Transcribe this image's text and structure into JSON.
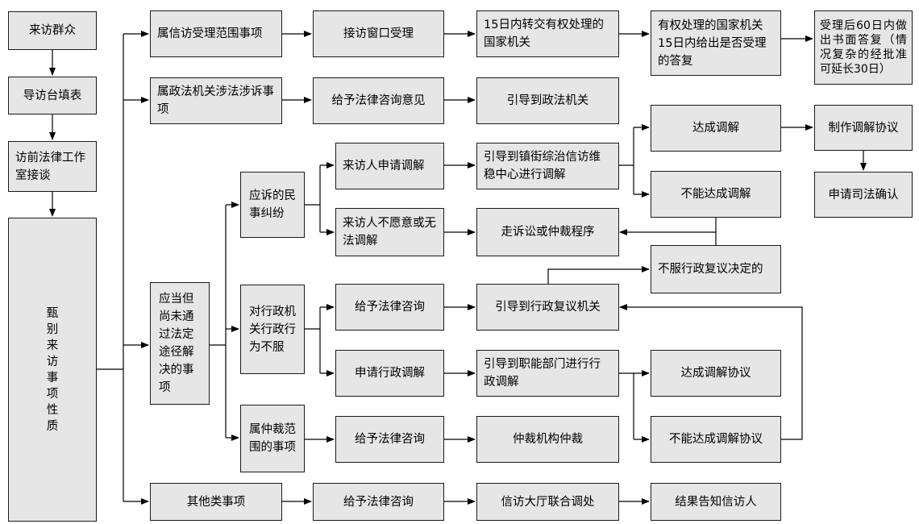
{
  "nodes": {
    "n_visit": "来访群众",
    "n_form": "导访台填表",
    "n_legal_talk": "访前法律工作室接谈",
    "n_screen": "甄别来访事项性质",
    "n_petition_scope": "属信访受理范围事项",
    "n_window": "接访窗口受理",
    "n_transfer": "15日内转交有权处理的国家机关",
    "n_reply15": "有权处理的国家机关15日内给出是否受理的答复",
    "n_reply60": "受理后60日内做出书面答复（情况复杂的经批准可延长30日）",
    "n_politics": "属政法机关涉法涉诉事项",
    "n_advice": "给予法律咨询意见",
    "n_guide_politics": "引导到政法机关",
    "n_legal_route": "应当但尚未通过法定途径解决的事项",
    "n_civil": "应诉的民事纠纷",
    "n_apply_mediation": "来访人申请调解",
    "n_center": "引导到镇街综治信访维稳中心进行调解",
    "n_mediated": "达成调解",
    "n_make_agreement": "制作调解协议",
    "n_not_mediated": "不能达成调解",
    "n_judicial": "申请司法确认",
    "n_unwilling": "来访人不愿意或无法调解",
    "n_litigation": "走诉讼或仲裁程序",
    "n_refuse_review": "不服行政复议决定的",
    "n_admin": "对行政机关行政行为不服",
    "n_consult_admin": "给予法律咨询",
    "n_review_org": "引导到行政复议机关",
    "n_apply_admin_med": "申请行政调解",
    "n_dept": "引导到职能部门进行行政调解",
    "n_admin_agree": "达成调解协议",
    "n_admin_fail": "不能达成调解协议",
    "n_arbitration": "属仲裁范围的事项",
    "n_consult_arb": "给予法律咨询",
    "n_arb_org": "仲裁机构仲裁",
    "n_other": "其他类事项",
    "n_consult_other": "给予法律咨询",
    "n_hall": "信访大厅联合调处",
    "n_result": "结果告知信访人"
  }
}
